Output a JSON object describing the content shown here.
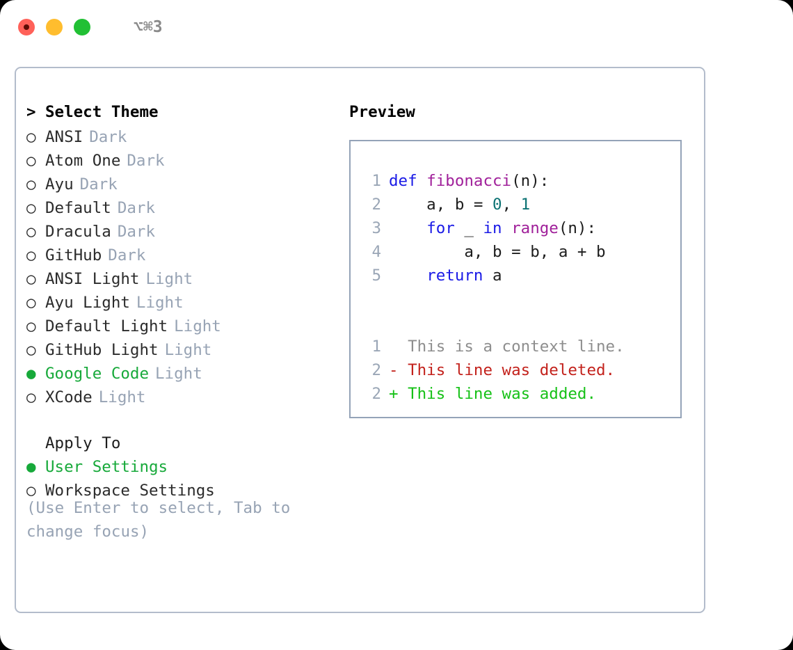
{
  "window": {
    "title": "⌥⌘3",
    "traffic_lights": [
      "close-red",
      "minimize-yellow",
      "maximize-green"
    ]
  },
  "theme_selector": {
    "heading_marker": ">",
    "heading": "Select Theme",
    "marker_selected": "●",
    "marker_unselected": "○",
    "items": [
      {
        "marker": "○",
        "name": "ANSI",
        "badge": "Dark",
        "selected": false
      },
      {
        "marker": "○",
        "name": "Atom One",
        "badge": "Dark",
        "selected": false
      },
      {
        "marker": "○",
        "name": "Ayu",
        "badge": "Dark",
        "selected": false
      },
      {
        "marker": "○",
        "name": "Default",
        "badge": "Dark",
        "selected": false
      },
      {
        "marker": "○",
        "name": "Dracula",
        "badge": "Dark",
        "selected": false
      },
      {
        "marker": "○",
        "name": "GitHub",
        "badge": "Dark",
        "selected": false
      },
      {
        "marker": "○",
        "name": "ANSI Light",
        "badge": "Light",
        "selected": false
      },
      {
        "marker": "○",
        "name": "Ayu Light",
        "badge": "Light",
        "selected": false
      },
      {
        "marker": "○",
        "name": "Default Light",
        "badge": "Light",
        "selected": false
      },
      {
        "marker": "○",
        "name": "GitHub Light",
        "badge": "Light",
        "selected": false
      },
      {
        "marker": "●",
        "name": "Google Code",
        "badge": "Light",
        "selected": true
      },
      {
        "marker": "○",
        "name": "XCode",
        "badge": "Light",
        "selected": false
      }
    ]
  },
  "apply_to": {
    "heading_marker": " ",
    "heading": "Apply To",
    "items": [
      {
        "marker": "●",
        "name": "User Settings",
        "selected": true
      },
      {
        "marker": "○",
        "name": "Workspace Settings",
        "selected": false
      }
    ]
  },
  "hint": {
    "line1": "(Use Enter to select, Tab to",
    "line2": "change focus)"
  },
  "preview": {
    "title": "Preview",
    "code_lines": [
      {
        "no": "1",
        "segments": [
          {
            "text": "def ",
            "kind": "kw"
          },
          {
            "text": "fibonacci",
            "kind": "fn"
          },
          {
            "text": "(n):",
            "kind": "txt"
          }
        ]
      },
      {
        "no": "2",
        "segments": [
          {
            "text": "    a, b = ",
            "kind": "txt"
          },
          {
            "text": "0",
            "kind": "num"
          },
          {
            "text": ", ",
            "kind": "txt"
          },
          {
            "text": "1",
            "kind": "num"
          }
        ]
      },
      {
        "no": "3",
        "segments": [
          {
            "text": "    ",
            "kind": "txt"
          },
          {
            "text": "for",
            "kind": "kw"
          },
          {
            "text": " _ ",
            "kind": "txt"
          },
          {
            "text": "in",
            "kind": "kw"
          },
          {
            "text": " ",
            "kind": "txt"
          },
          {
            "text": "range",
            "kind": "fn"
          },
          {
            "text": "(n):",
            "kind": "txt"
          }
        ]
      },
      {
        "no": "4",
        "segments": [
          {
            "text": "        a, b = b, a + b",
            "kind": "txt"
          }
        ]
      },
      {
        "no": "5",
        "segments": [
          {
            "text": "    ",
            "kind": "txt"
          },
          {
            "text": "return",
            "kind": "kw"
          },
          {
            "text": " a",
            "kind": "txt"
          }
        ]
      }
    ],
    "diff_lines": [
      {
        "no": "1",
        "text": "  This is a context line.",
        "kind": "ctx"
      },
      {
        "no": "2",
        "text": "- This line was deleted.",
        "kind": "del"
      },
      {
        "no": "2",
        "text": "+ This line was added.",
        "kind": "add"
      }
    ]
  },
  "colors": {
    "accent_green": "#17a93a",
    "badge_gray": "#97a3b4",
    "border": "#94a3b8",
    "panel_border": "#b3bccb",
    "keyword": "#1a1ae6",
    "function": "#a0209a",
    "number": "#0b7273",
    "diff_deleted": "#c3221c",
    "diff_added": "#16c117",
    "context": "#8e8e8e",
    "traffic_red": "#ff6159",
    "traffic_yellow": "#ffbd2e",
    "traffic_green": "#21c034"
  }
}
